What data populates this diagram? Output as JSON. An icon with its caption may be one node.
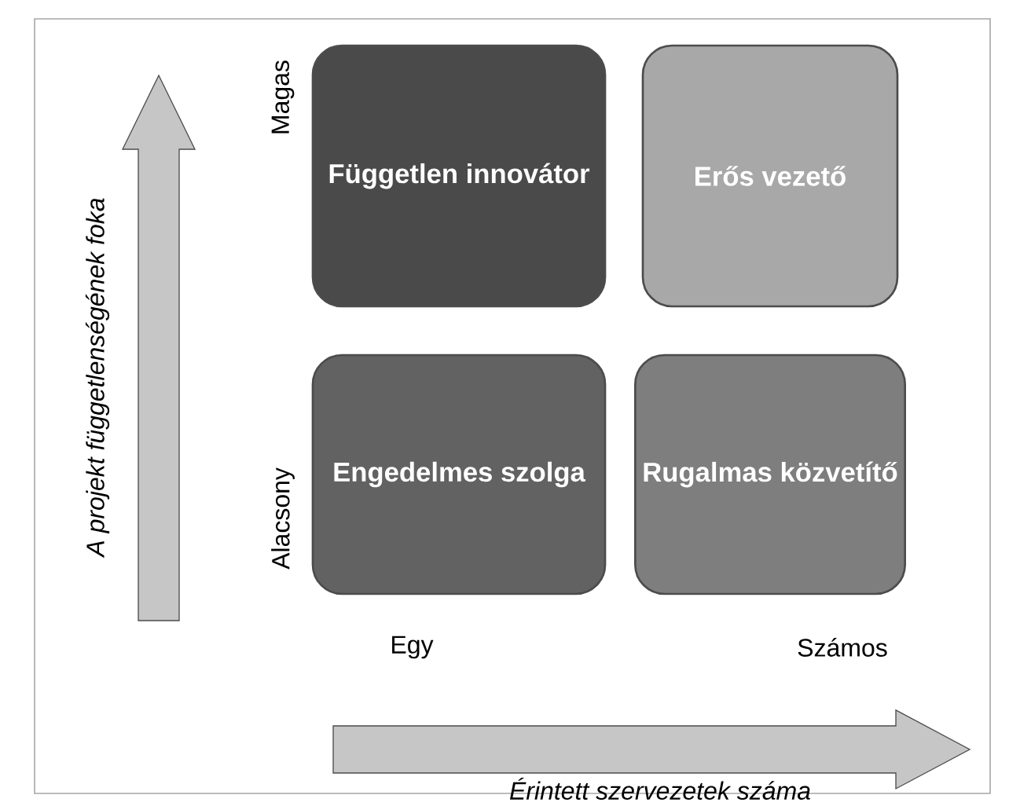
{
  "diagram": {
    "nodes": [
      {
        "text": [
          "Független innovátor"
        ]
      },
      {
        "text": [
          "Erős vezető"
        ]
      },
      {
        "text": [
          "Engedelmes szolga"
        ]
      },
      {
        "text": [
          "Rugalmas közvetítő"
        ]
      }
    ],
    "labels": [
      "Magas",
      "A projekt függetlenségének foka",
      "Alacsony",
      "Egy",
      "Számos",
      "Érintett szervezetek száma"
    ]
  }
}
